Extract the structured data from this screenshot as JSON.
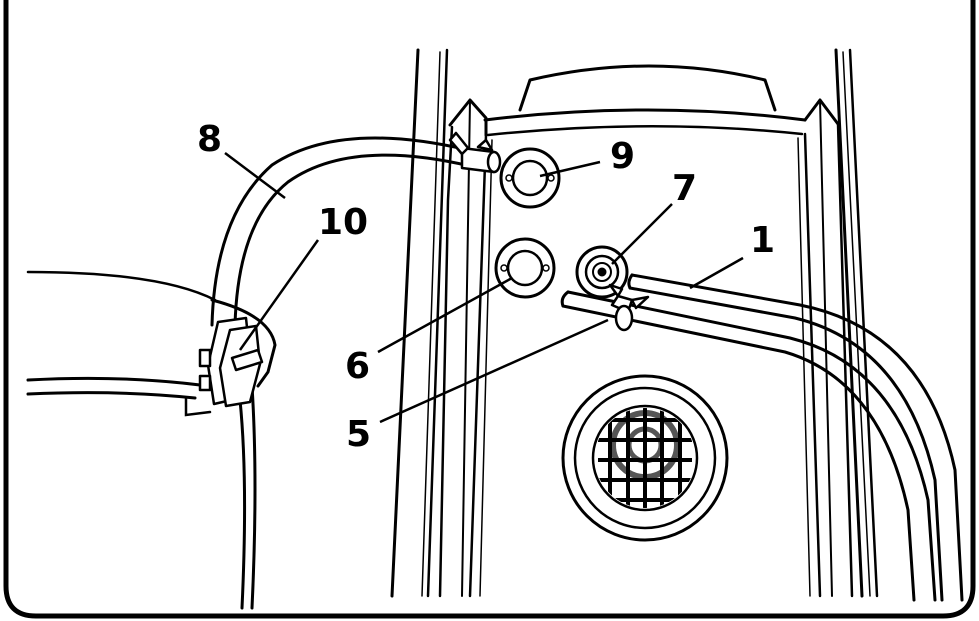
{
  "colors": {
    "line": "#000000",
    "background": "#ffffff",
    "grille": "#555555"
  },
  "callouts": {
    "c1": "1",
    "c5": "5",
    "c6": "6",
    "c7": "7",
    "c8": "8",
    "c9": "9",
    "c10": "10"
  }
}
